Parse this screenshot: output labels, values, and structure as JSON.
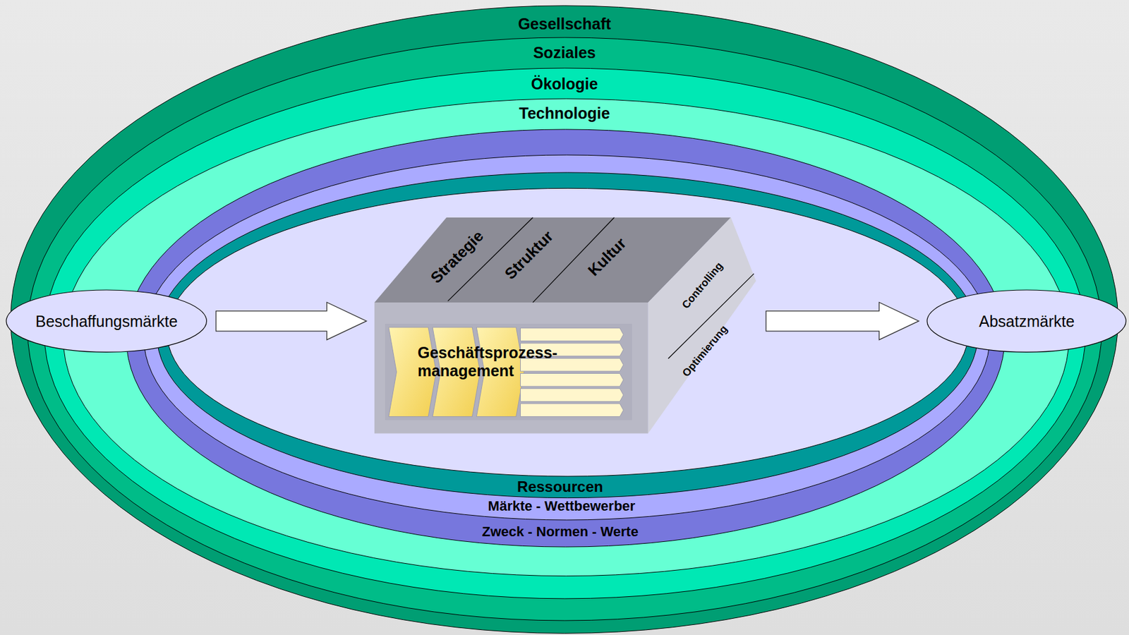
{
  "diagram": {
    "nodes": [
      {
        "text": [
          "Gesellschaft"
        ]
      },
      {
        "text": [
          "Soziales"
        ],
        "in": 0
      },
      {
        "text": [
          "Ökologie"
        ],
        "in": 1
      },
      {
        "text": [
          "Technologie"
        ],
        "in": 2
      },
      {
        "text": [
          "Zweck - Normen - Werte"
        ],
        "in": 3
      },
      {
        "text": [
          "Märkte - Wettbewerber"
        ],
        "in": 4
      },
      {
        "text": [
          "Ressourcen"
        ],
        "in": 5
      },
      {
        "text": [
          "Beschaffungsmärkte"
        ]
      },
      {
        "text": [
          "Strategie",
          "Struktur",
          "Kultur",
          "Controlling",
          "Optimierung"
        ],
        "in": 6
      },
      {
        "text": [
          "Geschäftsprozess- management"
        ],
        "in": 8
      },
      {
        "text": [
          "Absatzmärkte"
        ]
      }
    ],
    "edges": [
      {
        "from": 7,
        "to": 8,
        "arrow": "to"
      },
      {
        "from": 8,
        "to": 10,
        "arrow": "to"
      }
    ]
  }
}
